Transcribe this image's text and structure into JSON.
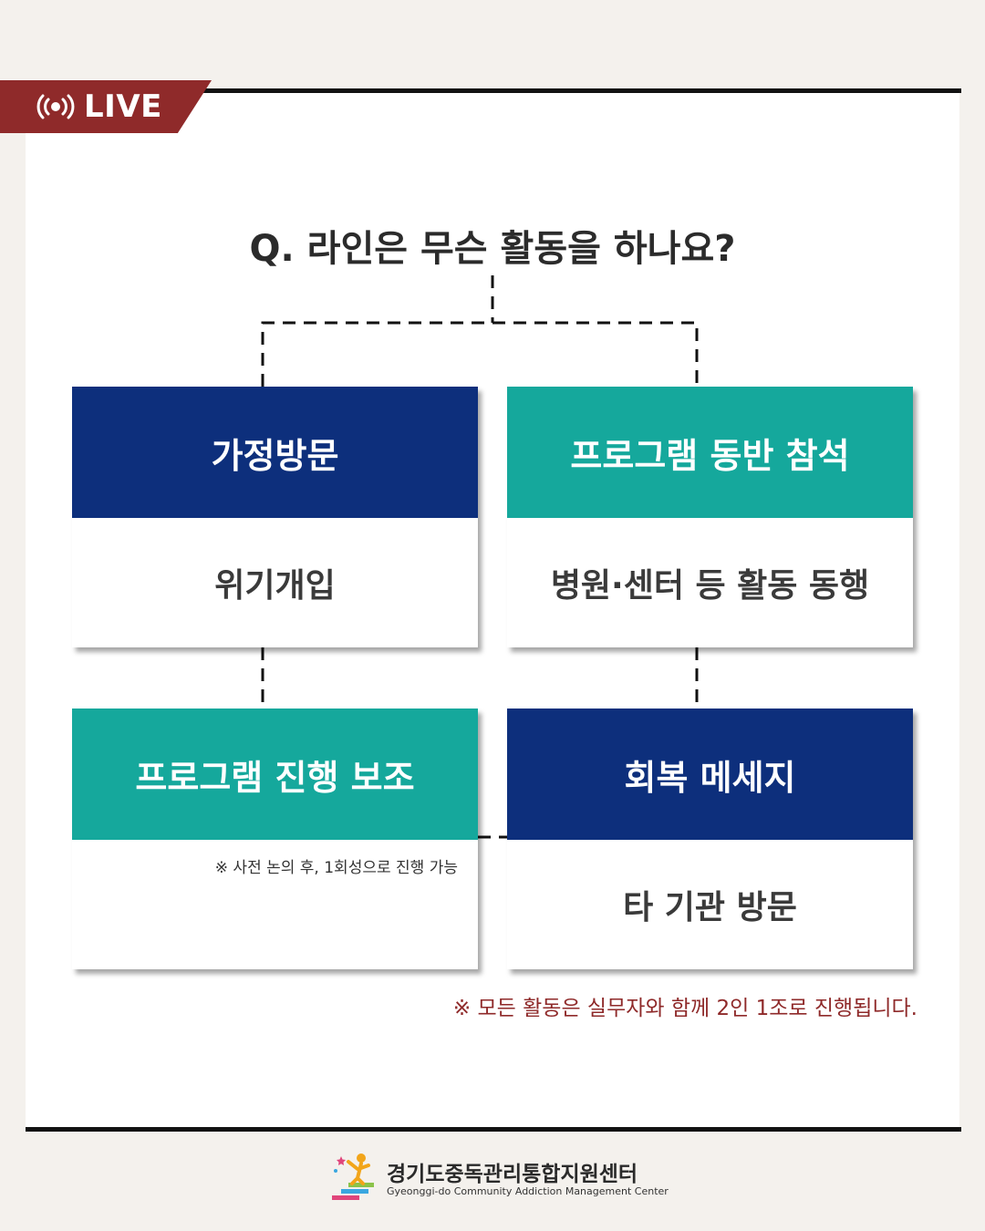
{
  "badge": {
    "label": "LIVE"
  },
  "question": "Q. 라인은 무슨 활동을 하나요?",
  "cards": [
    {
      "title": "가정방문",
      "body": "위기개입",
      "color": "#0d2f7c"
    },
    {
      "title": "프로그램 동반 참석",
      "body": "병원·센터 등 활동 동행",
      "color": "#15a89c"
    },
    {
      "title": "프로그램 진행 보조",
      "body": "",
      "note": "※ 사전 논의 후, 1회성으로 진행 가능",
      "color": "#15a89c"
    },
    {
      "title": "회복 메세지",
      "body": "타 기관 방문",
      "color": "#0d2f7c"
    }
  ],
  "footnote": "※ 모든 활동은 실무자와 함께 2인 1조로 진행됩니다.",
  "footer": {
    "org_name_ko": "경기도중독관리통합지원센터",
    "org_name_en": "Gyeonggi-do Community Addiction Management Center"
  },
  "colors": {
    "accent": "#8f2a2a",
    "navy": "#0d2f7c",
    "teal": "#15a89c"
  }
}
